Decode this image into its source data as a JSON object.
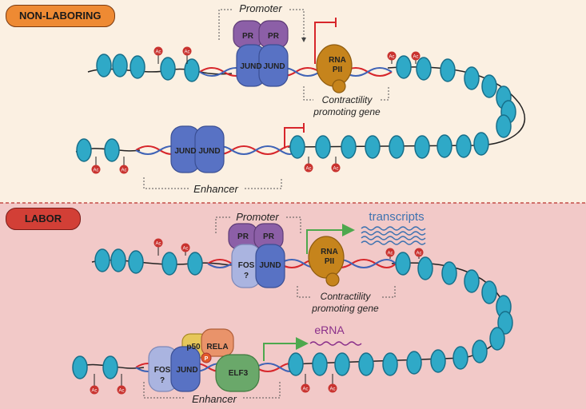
{
  "panels": {
    "top": {
      "label": "NON-LABORING",
      "label_color": "#ee8a33",
      "bg": "#fbf0e2",
      "promoter": "Promoter",
      "enhancer": "Enhancer",
      "gene_label_1": "Contractility",
      "gene_label_2": "promoting gene",
      "proteins": {
        "pr_left": "PR",
        "pr_right": "PR",
        "jund_left": "JUND",
        "jund_right": "JUND",
        "rna_pol_1": "RNA",
        "rna_pol_2": "PII",
        "enh_jund_left": "JUND",
        "enh_jund_right": "JUND"
      }
    },
    "bottom": {
      "label": "LABOR",
      "label_color": "#d23f36",
      "bg": "#f2c9c8",
      "promoter": "Promoter",
      "enhancer": "Enhancer",
      "gene_label_1": "Contractility",
      "gene_label_2": "promoting gene",
      "transcripts": "transcripts",
      "erna": "eRNA",
      "proteins": {
        "pr_left": "PR",
        "pr_right": "PR",
        "fos": "FOS",
        "fos_q": "?",
        "jund": "JUND",
        "rna_pol_1": "RNA",
        "rna_pol_2": "PII",
        "enh_fos": "FOS",
        "enh_fos_q": "?",
        "enh_jund": "JUND",
        "p50": "p50",
        "rela": "RELA",
        "phospho": "P",
        "elf3": "ELF3"
      }
    }
  },
  "marks": {
    "acetyl": "Ac"
  },
  "colors": {
    "nucleosome": "#2fa9c7",
    "nucleosome_dark": "#176f8a",
    "dna_red": "#d7262b",
    "dna_blue": "#3f63b6",
    "jund": "#5872c4",
    "pr": "#8c5fa7",
    "rnapol": "#c6841c",
    "fos": "#aab4e0",
    "p50": "#e6c75a",
    "rela": "#e9936a",
    "elf3": "#6aa86a",
    "active_arrow": "#4da84d",
    "block": "#d7262b",
    "transcripts": "#3f73b0",
    "erna": "#8a2f8a",
    "ac": "#c9332f"
  }
}
